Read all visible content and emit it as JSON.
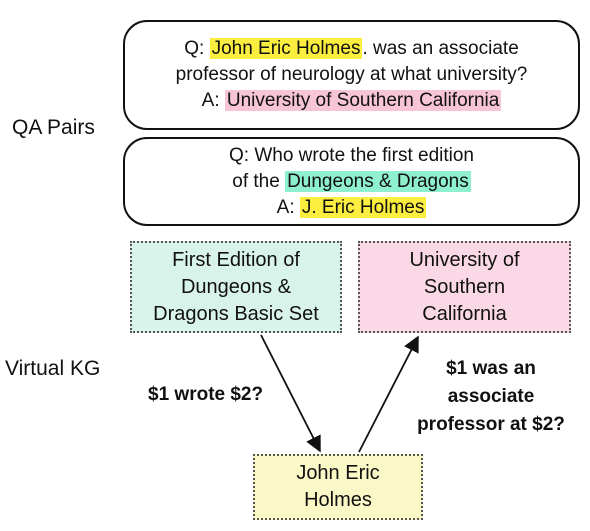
{
  "labels": {
    "qa_pairs": "QA Pairs",
    "virtual_kg": "Virtual KG"
  },
  "qa1": {
    "q_prefix": "Q: ",
    "q_entity": "John Eric Holmes",
    "q_rest_line1": ". was an associate",
    "q_line2": "professor of neurology at what university?",
    "a_prefix": "A: ",
    "a_entity": "University of Southern California"
  },
  "qa2": {
    "q_line1": "Q: Who wrote the first edition",
    "q_line2_prefix": "of the ",
    "q_entity": "Dungeons & Dragons",
    "a_prefix": "A: ",
    "a_entity": "J. Eric Holmes"
  },
  "nodes": {
    "dnd": {
      "lines": [
        "First Edition of",
        "Dungeons &",
        "Dragons Basic Set"
      ]
    },
    "usc": {
      "lines": [
        "University of",
        "Southern",
        "California"
      ]
    },
    "holmes": {
      "lines": [
        "John Eric",
        "Holmes"
      ]
    }
  },
  "edges": {
    "wrote": "$1 wrote $2?",
    "professor": [
      "$1 was an",
      "associate",
      "professor at $2?"
    ]
  },
  "colors": {
    "highlight_yellow": "#fbee3f",
    "highlight_pink": "#f7c5d6",
    "highlight_green": "#8ef0cd",
    "node_green": "#d8f3ea",
    "node_pink": "#fbd8e6",
    "node_yellow": "#fbf8c8"
  }
}
